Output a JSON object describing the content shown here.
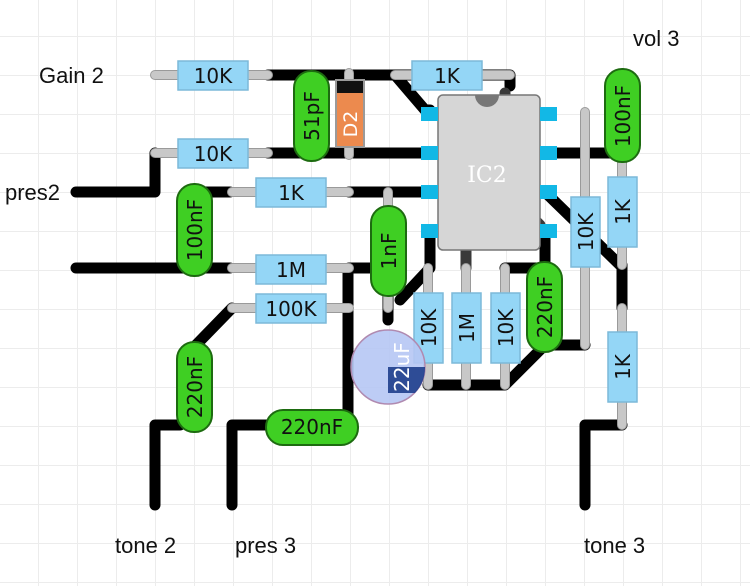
{
  "labels": {
    "gain2": "Gain 2",
    "pres2": "pres2",
    "vol3": "vol 3",
    "tone2": "tone 2",
    "pres3": "pres 3",
    "tone3": "tone 3"
  },
  "ic": {
    "label": "IC2"
  },
  "diode": {
    "label": "D2"
  },
  "resistors": {
    "r_gain_top": "10K",
    "r_gain_bottom": "10K",
    "r_top_ic": "1K",
    "r_mid": "1K",
    "r_1m": "1M",
    "r_100k": "100K",
    "r_col1": "10K",
    "r_col2": "1M",
    "r_col3": "10K",
    "r_right_10k": "10K",
    "r_right_1k_top": "1K",
    "r_right_1k_bottom": "1K"
  },
  "capacitors": {
    "c_51pf": "51pF",
    "c_100nf_left": "100nF",
    "c_1nf": "1nF",
    "c_220nf_left": "220nF",
    "c_220nf_bottom": "220nF",
    "c_220nf_right": "220nF",
    "c_100nf_right": "100nF",
    "c_22uf": "22uF"
  },
  "colors": {
    "resistor": "#94d6f6",
    "capacitor": "#3fcf23",
    "diode": "#ec8a4e",
    "ic_body": "#d6d6d6",
    "ic_pin": "#12b8e6",
    "trace": "#000000",
    "electrolytic": "#b6c6f4"
  }
}
